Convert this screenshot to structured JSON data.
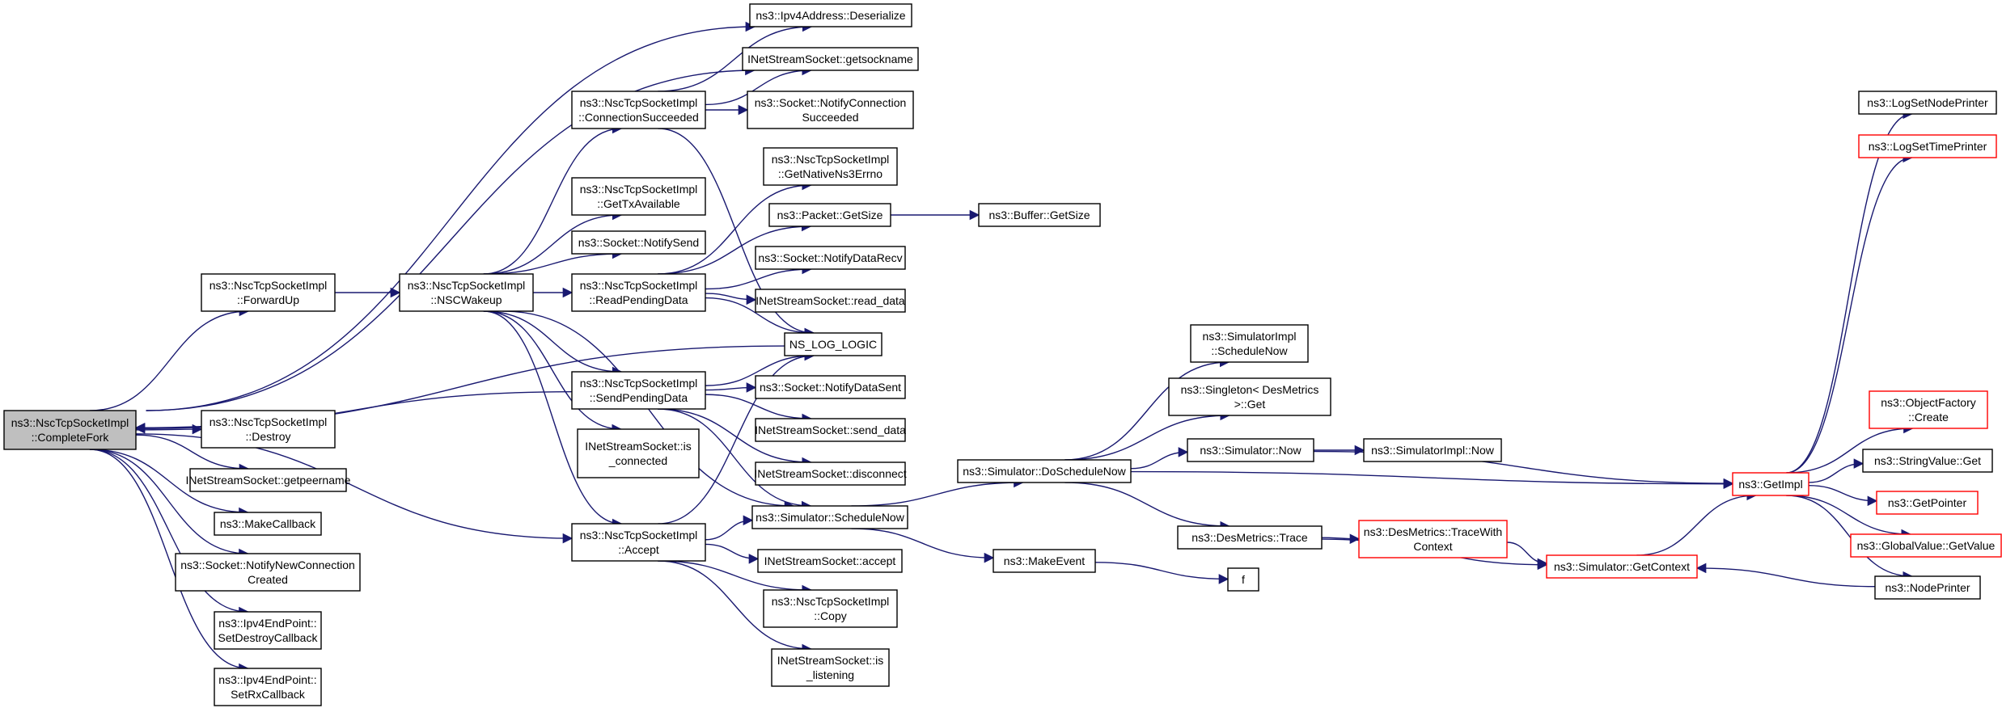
{
  "colors": {
    "edge": "#191970",
    "node_border": "#000000",
    "node_border_truncated": "#ff0000",
    "root_fill": "#bfbfbf"
  },
  "nodes": {
    "complete_fork": {
      "lines": [
        "ns3::NscTcpSocketImpl",
        "::CompleteFork"
      ],
      "style": "root"
    },
    "forward_up": {
      "lines": [
        "ns3::NscTcpSocketImpl",
        "::ForwardUp"
      ]
    },
    "destroy": {
      "lines": [
        "ns3::NscTcpSocketImpl",
        "::Destroy"
      ]
    },
    "getpeername": {
      "lines": [
        "INetStreamSocket::getpeername"
      ]
    },
    "make_callback": {
      "lines": [
        "ns3::MakeCallback"
      ]
    },
    "notify_new_conn": {
      "lines": [
        "ns3::Socket::NotifyNewConnection",
        "Created"
      ]
    },
    "set_destroy_cb": {
      "lines": [
        "ns3::Ipv4EndPoint::",
        "SetDestroyCallback"
      ]
    },
    "set_rx_cb": {
      "lines": [
        "ns3::Ipv4EndPoint::",
        "SetRxCallback"
      ]
    },
    "nsc_wakeup": {
      "lines": [
        "ns3::NscTcpSocketImpl",
        "::NSCWakeup"
      ]
    },
    "conn_succeeded": {
      "lines": [
        "ns3::NscTcpSocketImpl",
        "::ConnectionSucceeded"
      ]
    },
    "get_tx_avail": {
      "lines": [
        "ns3::NscTcpSocketImpl",
        "::GetTxAvailable"
      ]
    },
    "notify_send": {
      "lines": [
        "ns3::Socket::NotifySend"
      ]
    },
    "read_pending": {
      "lines": [
        "ns3::NscTcpSocketImpl",
        "::ReadPendingData"
      ]
    },
    "send_pending": {
      "lines": [
        "ns3::NscTcpSocketImpl",
        "::SendPendingData"
      ]
    },
    "is_connected": {
      "lines": [
        "INetStreamSocket::is",
        "_connected"
      ]
    },
    "accept_impl": {
      "lines": [
        "ns3::NscTcpSocketImpl",
        "::Accept"
      ]
    },
    "ipv4_deserialize": {
      "lines": [
        "ns3::Ipv4Address::Deserialize"
      ]
    },
    "getsockname": {
      "lines": [
        "INetStreamSocket::getsockname"
      ]
    },
    "notify_conn_succeeded": {
      "lines": [
        "ns3::Socket::NotifyConnection",
        "Succeeded"
      ]
    },
    "native_errno": {
      "lines": [
        "ns3::NscTcpSocketImpl",
        "::GetNativeNs3Errno"
      ]
    },
    "packet_getsize": {
      "lines": [
        "ns3::Packet::GetSize"
      ]
    },
    "buffer_getsize": {
      "lines": [
        "ns3::Buffer::GetSize"
      ]
    },
    "notify_data_recv": {
      "lines": [
        "ns3::Socket::NotifyDataRecv"
      ]
    },
    "read_data": {
      "lines": [
        "INetStreamSocket::read_data"
      ]
    },
    "ns_log_logic": {
      "lines": [
        "NS_LOG_LOGIC"
      ]
    },
    "notify_data_sent": {
      "lines": [
        "ns3::Socket::NotifyDataSent"
      ]
    },
    "send_data": {
      "lines": [
        "INetStreamSocket::send_data"
      ]
    },
    "disconnect": {
      "lines": [
        "INetStreamSocket::disconnect"
      ]
    },
    "schedule_now": {
      "lines": [
        "ns3::Simulator::ScheduleNow"
      ]
    },
    "inet_accept": {
      "lines": [
        "INetStreamSocket::accept"
      ]
    },
    "nsc_copy": {
      "lines": [
        "ns3::NscTcpSocketImpl",
        "::Copy"
      ]
    },
    "is_listening": {
      "lines": [
        "INetStreamSocket::is",
        "_listening"
      ]
    },
    "do_schedule_now": {
      "lines": [
        "ns3::Simulator::DoScheduleNow"
      ]
    },
    "make_event": {
      "lines": [
        "ns3::MakeEvent"
      ]
    },
    "simimpl_schedule_now": {
      "lines": [
        "ns3::SimulatorImpl",
        "::ScheduleNow"
      ]
    },
    "singleton_get": {
      "lines": [
        "ns3::Singleton< DesMetrics",
        ">::Get"
      ]
    },
    "simulator_now": {
      "lines": [
        "ns3::Simulator::Now"
      ]
    },
    "desmetrics_trace": {
      "lines": [
        "ns3::DesMetrics::Trace"
      ]
    },
    "f": {
      "lines": [
        "f"
      ]
    },
    "simimpl_now": {
      "lines": [
        "ns3::SimulatorImpl::Now"
      ]
    },
    "trace_with_context": {
      "lines": [
        "ns3::DesMetrics::TraceWith",
        "Context"
      ],
      "style": "truncated"
    },
    "get_context": {
      "lines": [
        "ns3::Simulator::GetContext"
      ],
      "style": "truncated"
    },
    "get_impl": {
      "lines": [
        "ns3::GetImpl"
      ],
      "style": "truncated"
    },
    "log_set_node_printer": {
      "lines": [
        "ns3::LogSetNodePrinter"
      ]
    },
    "log_set_time_printer": {
      "lines": [
        "ns3::LogSetTimePrinter"
      ],
      "style": "truncated"
    },
    "object_factory_create": {
      "lines": [
        "ns3::ObjectFactory",
        "::Create"
      ],
      "style": "truncated"
    },
    "string_value_get": {
      "lines": [
        "ns3::StringValue::Get"
      ]
    },
    "get_pointer": {
      "lines": [
        "ns3::GetPointer"
      ],
      "style": "truncated"
    },
    "global_value_get": {
      "lines": [
        "ns3::GlobalValue::GetValue"
      ],
      "style": "truncated"
    },
    "node_printer": {
      "lines": [
        "ns3::NodePrinter"
      ]
    }
  },
  "edges": [
    [
      "complete_fork",
      "forward_up"
    ],
    [
      "complete_fork",
      "destroy"
    ],
    [
      "complete_fork",
      "getpeername"
    ],
    [
      "complete_fork",
      "make_callback"
    ],
    [
      "complete_fork",
      "notify_new_conn"
    ],
    [
      "complete_fork",
      "set_destroy_cb"
    ],
    [
      "complete_fork",
      "set_rx_cb"
    ],
    [
      "complete_fork",
      "ipv4_deserialize"
    ],
    [
      "complete_fork",
      "getsockname"
    ],
    [
      "complete_fork",
      "accept_impl"
    ],
    [
      "forward_up",
      "nsc_wakeup"
    ],
    [
      "nsc_wakeup",
      "conn_succeeded"
    ],
    [
      "nsc_wakeup",
      "get_tx_avail"
    ],
    [
      "nsc_wakeup",
      "notify_send"
    ],
    [
      "nsc_wakeup",
      "read_pending"
    ],
    [
      "nsc_wakeup",
      "send_pending"
    ],
    [
      "nsc_wakeup",
      "is_connected"
    ],
    [
      "nsc_wakeup",
      "accept_impl"
    ],
    [
      "nsc_wakeup",
      "schedule_now"
    ],
    [
      "conn_succeeded",
      "ipv4_deserialize"
    ],
    [
      "conn_succeeded",
      "getsockname"
    ],
    [
      "conn_succeeded",
      "notify_conn_succeeded"
    ],
    [
      "conn_succeeded",
      "ns_log_logic"
    ],
    [
      "read_pending",
      "native_errno"
    ],
    [
      "read_pending",
      "packet_getsize"
    ],
    [
      "read_pending",
      "notify_data_recv"
    ],
    [
      "read_pending",
      "read_data"
    ],
    [
      "read_pending",
      "ns_log_logic"
    ],
    [
      "packet_getsize",
      "buffer_getsize"
    ],
    [
      "send_pending",
      "ns_log_logic"
    ],
    [
      "send_pending",
      "notify_data_sent"
    ],
    [
      "send_pending",
      "send_data"
    ],
    [
      "send_pending",
      "disconnect"
    ],
    [
      "send_pending",
      "schedule_now"
    ],
    [
      "send_pending",
      "complete_fork"
    ],
    [
      "ns_log_logic",
      "complete_fork"
    ],
    [
      "accept_impl",
      "ns_log_logic"
    ],
    [
      "accept_impl",
      "schedule_now"
    ],
    [
      "accept_impl",
      "inet_accept"
    ],
    [
      "accept_impl",
      "nsc_copy"
    ],
    [
      "accept_impl",
      "is_listening"
    ],
    [
      "schedule_now",
      "do_schedule_now"
    ],
    [
      "schedule_now",
      "make_event"
    ],
    [
      "do_schedule_now",
      "simimpl_schedule_now"
    ],
    [
      "do_schedule_now",
      "singleton_get"
    ],
    [
      "do_schedule_now",
      "simulator_now"
    ],
    [
      "do_schedule_now",
      "desmetrics_trace"
    ],
    [
      "do_schedule_now",
      "get_impl"
    ],
    [
      "simulator_now",
      "simimpl_now"
    ],
    [
      "simulator_now",
      "get_impl"
    ],
    [
      "desmetrics_trace",
      "trace_with_context"
    ],
    [
      "desmetrics_trace",
      "get_context"
    ],
    [
      "trace_with_context",
      "get_context"
    ],
    [
      "make_event",
      "f"
    ],
    [
      "get_context",
      "get_impl"
    ],
    [
      "get_impl",
      "log_set_node_printer"
    ],
    [
      "get_impl",
      "log_set_time_printer"
    ],
    [
      "get_impl",
      "object_factory_create"
    ],
    [
      "get_impl",
      "string_value_get"
    ],
    [
      "get_impl",
      "get_pointer"
    ],
    [
      "get_impl",
      "global_value_get"
    ],
    [
      "get_impl",
      "node_printer"
    ],
    [
      "node_printer",
      "get_context"
    ]
  ]
}
